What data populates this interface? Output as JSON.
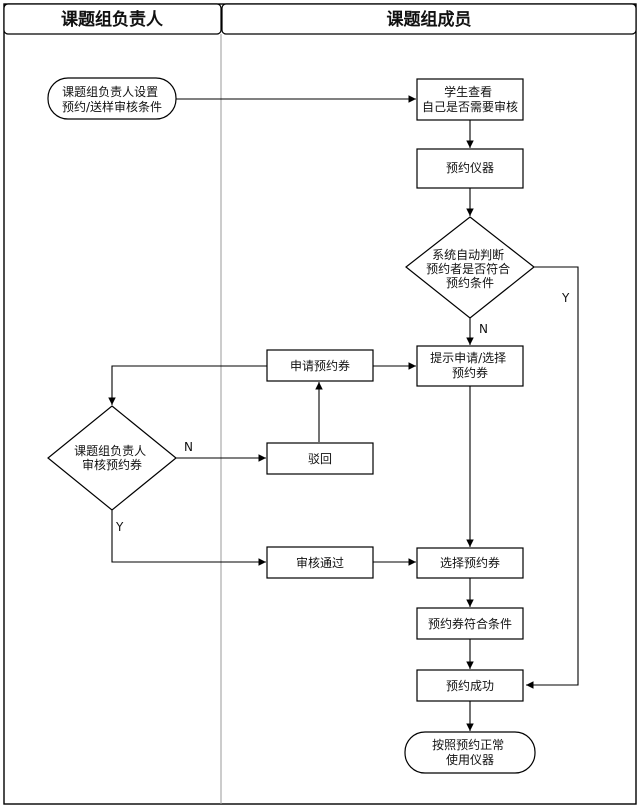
{
  "lanes": [
    {
      "id": "leader",
      "title": "课题组负责人"
    },
    {
      "id": "member",
      "title": "课题组成员"
    }
  ],
  "nodes": [
    {
      "id": "set-conditions",
      "shape": "rounded",
      "lines": [
        "课题组负责人设置",
        "预约/送样审核条件"
      ]
    },
    {
      "id": "student-check",
      "shape": "rect",
      "lines": [
        "学生查看",
        "自己是否需要审核"
      ]
    },
    {
      "id": "book-instrument",
      "shape": "rect",
      "lines": [
        "预约仪器"
      ]
    },
    {
      "id": "auto-judge",
      "shape": "diamond",
      "lines": [
        "系统自动判断",
        "预约者是否符合",
        "预约条件"
      ]
    },
    {
      "id": "prompt-apply",
      "shape": "rect",
      "lines": [
        "提示申请/选择",
        "预约券"
      ]
    },
    {
      "id": "apply-voucher",
      "shape": "rect",
      "lines": [
        "申请预约券"
      ]
    },
    {
      "id": "leader-review",
      "shape": "diamond",
      "lines": [
        "课题组负责人",
        "审核预约券"
      ]
    },
    {
      "id": "reject",
      "shape": "rect",
      "lines": [
        "驳回"
      ]
    },
    {
      "id": "approved",
      "shape": "rect",
      "lines": [
        "审核通过"
      ]
    },
    {
      "id": "select-voucher",
      "shape": "rect",
      "lines": [
        "选择预约券"
      ]
    },
    {
      "id": "voucher-ok",
      "shape": "rect",
      "lines": [
        "预约券符合条件"
      ]
    },
    {
      "id": "book-success",
      "shape": "rect",
      "lines": [
        "预约成功"
      ]
    },
    {
      "id": "use-instrument",
      "shape": "rounded",
      "lines": [
        "按照预约正常",
        "使用仪器"
      ]
    }
  ],
  "edge_labels": {
    "judge_no": "N",
    "judge_yes": "Y",
    "review_no": "N",
    "review_yes": "Y"
  }
}
